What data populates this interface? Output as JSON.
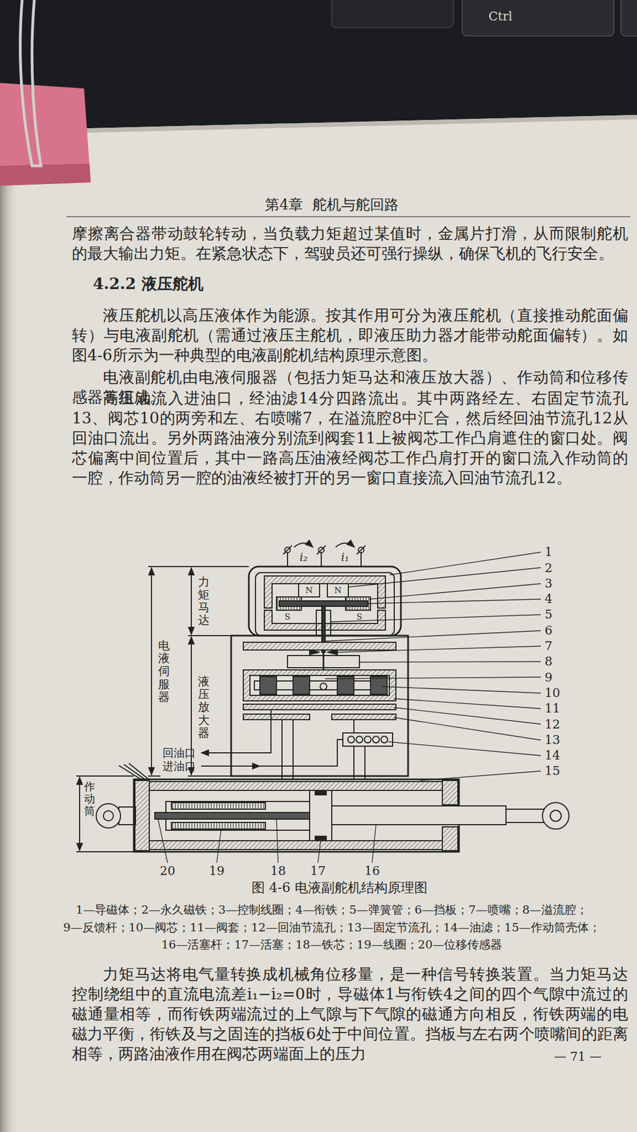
{
  "diagram": {
    "title": "4.2.2 液压舵机",
    "caption": "图 4-6 电液副舵机结构原理图",
    "labels": [
      "Ctrl",
      "第4章  舵机与舵回路",
      "摩擦离合器带动鼓轮转动，当负载力矩超过某值时，金属片打滑，从而限制舵机的最大输出力矩。在紧急状态下，驾驶员还可强行操纵，确保飞机的飞行安全。",
      "液压舵机以高压液体作为能源。按其作用可分为液压舵机（直接推动舵面偏转）与电液副舵机（需通过液压主舵机，即液压助力器才能带动舵面偏转）。如图4-6所示为一种典型的电液副舵机结构原理示意图。",
      "电液副舵机由电液伺服器（包括力矩马达和液压放大器）、作动筒和位移传感器等组成。",
      "高压油流入进油口，经油滤14分四路流出。其中两路经左、右固定节流孔13、阀芯10的两旁和左、右喷嘴7，在溢流腔8中汇合，然后经回油节流孔12从回油口流出。另外两路油液分别流到阀套11上被阀芯工作凸肩遮住的窗口处。阀芯偏离中间位置后，其中一路高压油液经阀芯工作凸肩打开的窗口流入作动筒的一腔，作动筒另一腔的油液经被打开的另一窗口直接流入回油节流孔12。",
      "力矩马达",
      "电液伺服器",
      "液压放大器",
      "作动筒",
      "回油口",
      "进油口",
      "i₂",
      "i₁",
      "N",
      "N",
      "S",
      "S",
      "1",
      "2",
      "3",
      "4",
      "5",
      "6",
      "7",
      "8",
      "9",
      "10",
      "11",
      "12",
      "13",
      "14",
      "15",
      "20",
      "19",
      "18",
      "17",
      "16",
      "1—导磁体；2—永久磁铁；3—控制线圈；4—衔铁；5—弹簧管；6—挡板；7—喷嘴；8—溢流腔；",
      "9—反馈杆；10—阀芯；11—阀套；12—回油节流孔；13—固定节流孔；14—油滤；15—作动筒壳体；",
      "16—活塞杆；17—活塞；18—铁芯；19—线圈；20—位移传感器",
      "力矩马达将电气量转换成机械角位移量，是一种信号转换装置。当力矩马达控制绕组中的直流电流差i₁−i₂=0时，导磁体1与衔铁4之间的四个气隙中流过的磁通量相等，而衔铁两端流过的上气隙与下气隙的磁通方向相反，衔铁两端的电磁力平衡，衔铁及与之固连的挡板6处于中间位置。挡板与左右两个喷嘴间的距离相等，两路油液作用在阀芯两端面上的压力",
      "— 71 —"
    ]
  }
}
